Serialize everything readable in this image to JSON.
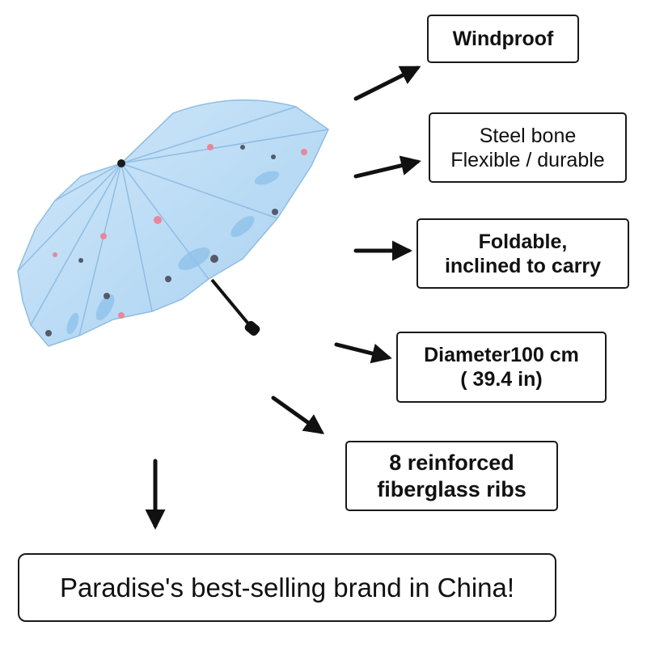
{
  "features": {
    "windproof": {
      "line1": "Windproof"
    },
    "steel_bone": {
      "line1": "Steel bone",
      "line2": "Flexible / durable"
    },
    "foldable": {
      "line1": "Foldable,",
      "line2": "inclined to carry"
    },
    "diameter": {
      "line1": "Diameter100 cm",
      "line2": "( 39.4 in)"
    },
    "ribs": {
      "line1": "8 reinforced",
      "line2": "fiberglass ribs"
    }
  },
  "banner": {
    "text": "Paradise's best-selling brand in China!"
  },
  "colors": {
    "canopy": "#b5d8f3",
    "canopy_shade": "#9ccbed",
    "arrow": "#111111",
    "butterfly": "#e8879a"
  },
  "icons": {
    "arrow": "arrow-icon",
    "umbrella": "umbrella-icon"
  }
}
